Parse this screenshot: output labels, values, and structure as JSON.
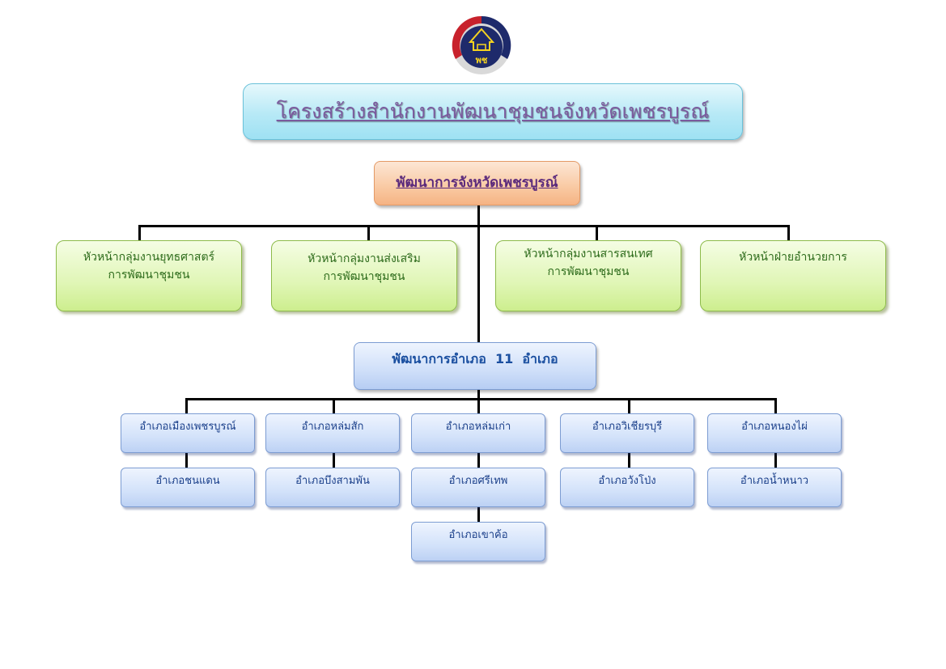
{
  "title": "โครงสร้างสำนักงานพัฒนาชุมชนจังหวัดเพชรบูรณ์",
  "head": "พัฒนาการจังหวัดเพชรบูรณ์",
  "logo_text": "พช",
  "groups": [
    {
      "line1": "หัวหน้ากลุ่มงานยุทธศาสตร์",
      "line2": "การพัฒนาชุมชน"
    },
    {
      "line1": "หัวหน้ากลุ่มงานส่งเสริม",
      "line2": "การพัฒนาชุมชน"
    },
    {
      "line1": "หัวหน้ากลุ่มงานสารสนเทศ",
      "line2": "การพัฒนาชุมชน"
    },
    {
      "line1": "หัวหน้าฝ่ายอำนวยการ",
      "line2": ""
    }
  ],
  "district_head": "พัฒนาการอำเภอ  11  อำเภอ",
  "districts": {
    "row1": [
      "อำเภอเมืองเพชรบูรณ์",
      "อำเภอหล่มสัก",
      "อำเภอหล่มเก่า",
      "อำเภอวิเชียรบุรี",
      "อำเภอหนองไผ่"
    ],
    "row2": [
      "อำเภอชนแดน",
      "อำเภอบึงสามพัน",
      "อำเภอศรีเทพ",
      "อำเภอวังโป่ง",
      "อำเภอน้ำหนาว"
    ],
    "row3": [
      "อำเภอเขาค้อ"
    ]
  },
  "colors": {
    "title_bg": "#b7e9f6",
    "head_bg": "#f9c9a2",
    "group_bg": "#e0f6b6",
    "district_bg": "#cfdff9",
    "title_text": "#7b5a9e",
    "group_text": "#2d6b1b",
    "district_text": "#1a4fa0"
  }
}
